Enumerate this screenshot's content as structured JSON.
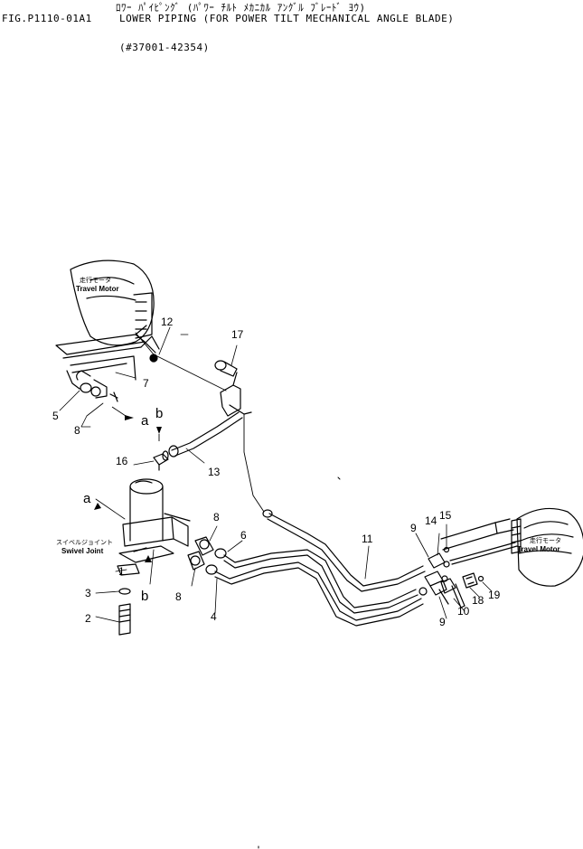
{
  "header": {
    "jp_line": "ﾛﾜｰ ﾊﾟｲﾋﾟﾝｸﾞ (ﾊﾟﾜｰ ﾁﾙﾄ ﾒｶﾆｶﾙ ｱﾝｸﾞﾙ ﾌﾞﾚｰﾄﾞ ﾖｳ)",
    "fig_no": "FIG.P1110-01A1",
    "title": "LOWER PIPING (FOR POWER TILT MECHANICAL ANGLE BLADE)",
    "serial": "(#37001-42354)"
  },
  "labels": {
    "travel_motor_left_jp": "走行モータ",
    "travel_motor_left_en": "Travel Motor",
    "travel_motor_right_jp": "走行モータ",
    "travel_motor_right_en": "Travel Motor",
    "swivel_joint_jp": "スイベルジョイント",
    "swivel_joint_en": "Swivel Joint"
  },
  "part_numbers": [
    "1",
    "2",
    "3",
    "4",
    "5",
    "6",
    "7",
    "8",
    "8",
    "8",
    "9",
    "9",
    "10",
    "11",
    "12",
    "13",
    "14",
    "15",
    "16",
    "17",
    "18",
    "19"
  ],
  "connectors": [
    "a",
    "b",
    "a",
    "b"
  ]
}
